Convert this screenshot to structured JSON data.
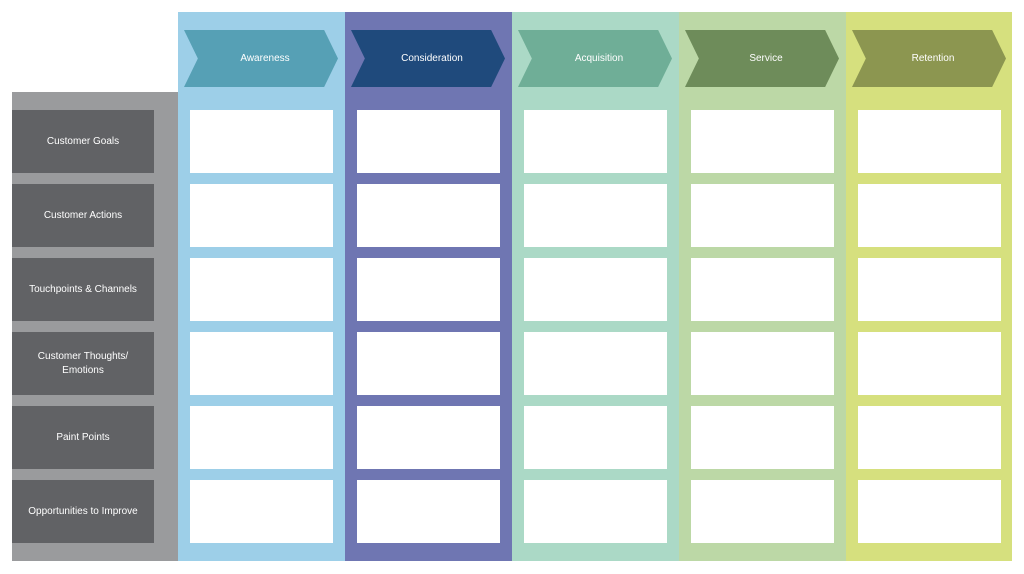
{
  "rows": [
    "Customer Goals",
    "Customer Actions",
    "Touchpoints & Channels",
    "Customer Thoughts/ Emotions",
    "Paint Points",
    "Opportunities to Improve"
  ],
  "stages": [
    {
      "label": "Awareness",
      "column_color": "#9dcfe8",
      "arrow_color": "#56a0b5"
    },
    {
      "label": "Consideration",
      "column_color": "#6f76b2",
      "arrow_color": "#1f4a7c"
    },
    {
      "label": "Acquisition",
      "column_color": "#abd9c6",
      "arrow_color": "#6fae97"
    },
    {
      "label": "Service",
      "column_color": "#bcd8a6",
      "arrow_color": "#6e8c5a"
    },
    {
      "label": "Retention",
      "column_color": "#d6e07e",
      "arrow_color": "#8c9650"
    }
  ],
  "colors": {
    "row_panel": "#9a9b9d",
    "row_label": "#616265",
    "cell": "#ffffff"
  }
}
